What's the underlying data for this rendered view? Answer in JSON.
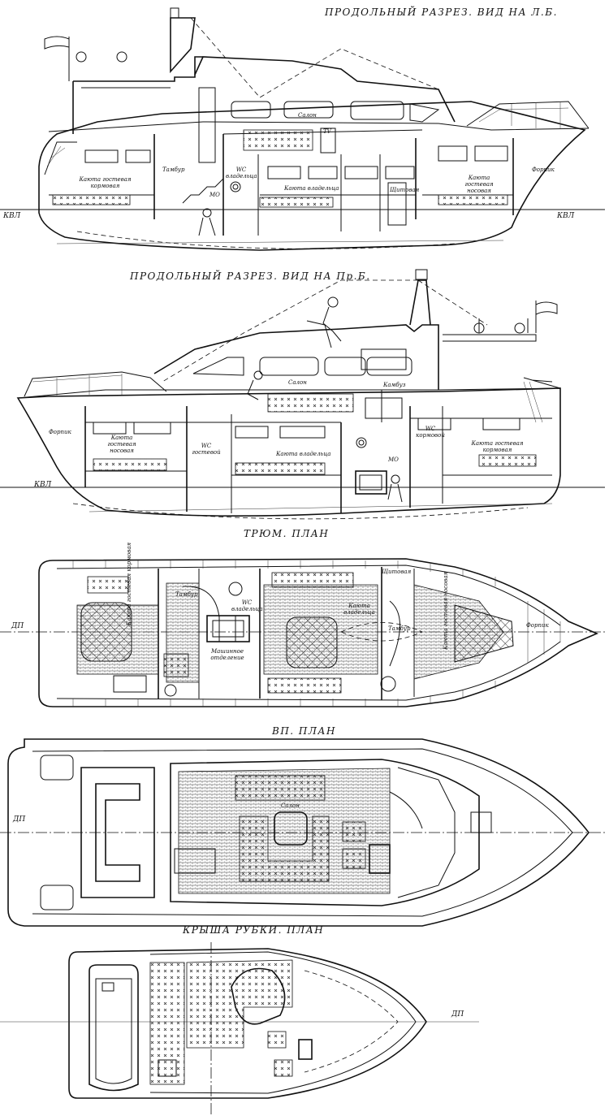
{
  "titles": {
    "port_section": "ПРОДОЛЬНЫЙ РАЗРЕЗ. ВИД НА Л.Б.",
    "starboard_section": "ПРОДОЛЬНЫЙ РАЗРЕЗ. ВИД НА Пр.Б.",
    "hold_plan": "ТРЮМ. ПЛАН",
    "upper_deck_plan": "ВП. ПЛАН",
    "roof_plan": "КРЫША РУБКИ. ПЛАН"
  },
  "port_section": {
    "waterline_left": "КВЛ",
    "waterline_right": "КВЛ",
    "salon": "Салон",
    "tv": "TV",
    "vestibule": "Тамбур",
    "guest_cabin_aft": "Каюта гостевая кормовая",
    "wc": "WC владельца",
    "owner_cabin": "Каюта владельца",
    "switchboard": "Щитовая",
    "guest_cabin_fwd": "Каюта гостевая носовая",
    "forepeak": "Форпик",
    "engine_room": "МО"
  },
  "starboard_section": {
    "waterline": "КВЛ",
    "forepeak": "Форпик",
    "guest_cabin_fwd": "Каюта гостевая носовая",
    "wc": "WC гостевой",
    "owner_cabin": "Каюта владельца",
    "salon": "Салон",
    "vestibule": "Камбуз",
    "wc_aft": "WC кормовой",
    "guest_cabin_aft": "Каюта гостевая кормовая",
    "engine_room": "МО"
  },
  "hold_plan": {
    "centerline": "ДП",
    "guest_cabin_aft": "Каюта гостевая кормовая",
    "vestibule": "Тамбур",
    "wc": "WC владельца",
    "engine_room": "Машинное отделение",
    "owner_cabin": "Каюта владельца",
    "switchboard": "Щитовая",
    "vestibule_fwd": "Тамбур",
    "guest_cabin_fwd": "Каюта гостевая носовая",
    "forepeak": "Форпик"
  },
  "upper_deck_plan": {
    "centerline": "ДП",
    "salon": "Салон"
  },
  "roof_plan": {
    "centerline": "ДП"
  }
}
